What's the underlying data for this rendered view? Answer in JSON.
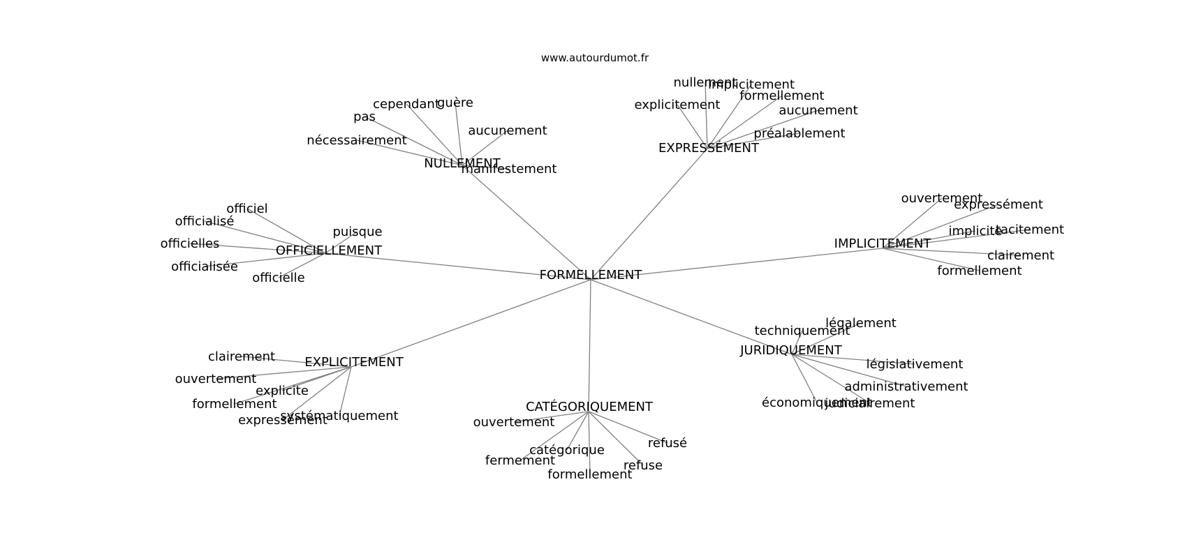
{
  "site": {
    "label": "www.autourdumot.fr"
  },
  "colors": {
    "edge": "#808080",
    "text": "#000000",
    "background": "#ffffff"
  },
  "graph": {
    "center": {
      "id": "center",
      "label": "FORMELLEMENT"
    },
    "clusters": [
      {
        "id": "nullement",
        "label": "NULLEMENT",
        "leaves": [
          "nécessairement",
          "pas",
          "cependant",
          "guère",
          "aucunement",
          "manifestement"
        ]
      },
      {
        "id": "expressement",
        "label": "EXPRESSÉMENT",
        "leaves": [
          "nullement",
          "implicitement",
          "explicitement",
          "formellement",
          "aucunement",
          "préalablement"
        ]
      },
      {
        "id": "officiellement",
        "label": "OFFICIELLEMENT",
        "leaves": [
          "officiel",
          "officialisé",
          "officielles",
          "officialisée",
          "officielle",
          "puisque"
        ]
      },
      {
        "id": "implicitement",
        "label": "IMPLICITEMENT",
        "leaves": [
          "ouvertement",
          "expressément",
          "implicite",
          "tacitement",
          "clairement",
          "formellement"
        ]
      },
      {
        "id": "juridiquement",
        "label": "JURIDIQUEMENT",
        "leaves": [
          "techniquement",
          "légalement",
          "législativement",
          "administrativement",
          "économiquement",
          "judiciairement"
        ]
      },
      {
        "id": "explicitement",
        "label": "EXPLICITEMENT",
        "leaves": [
          "clairement",
          "ouvertement",
          "explicite",
          "formellement",
          "expressément",
          "systématiquement"
        ]
      },
      {
        "id": "categoriquement",
        "label": "CATÉGORIQUEMENT",
        "leaves": [
          "ouvertement",
          "catégorique",
          "fermement",
          "formellement",
          "refuse",
          "refusé"
        ]
      }
    ]
  }
}
